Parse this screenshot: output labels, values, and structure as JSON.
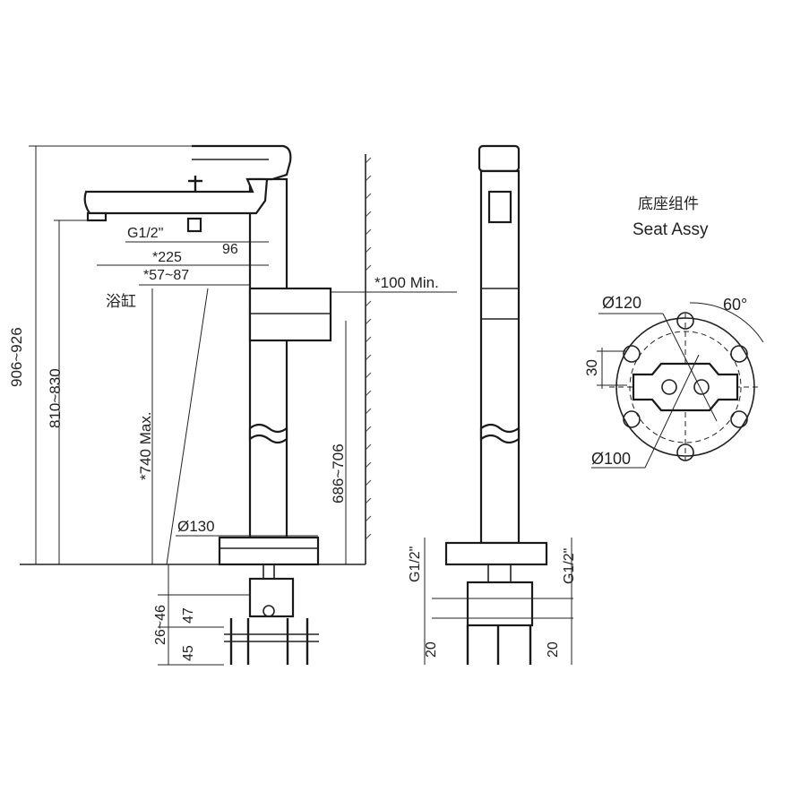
{
  "front_view": {
    "height_total": "906~926",
    "height_spout": "810~830",
    "max_depth": "*740 Max.",
    "height_fixing": "686~706",
    "thread": "G1/2\"",
    "dim_96": "96",
    "reach": "*225",
    "offset": "*57~87",
    "bathtub": "浴缸",
    "wall_clearance": "*100 Min.",
    "base_diameter": "Ø130",
    "base_depth": "26~46",
    "dim_47": "47",
    "dim_45": "45"
  },
  "side_view": {
    "thread_left": "G1/2\"",
    "thread_right": "G1/2\"",
    "dim_20_left": "20",
    "dim_20_right": "20"
  },
  "seat_assy": {
    "title_cn": "底座组件",
    "title_en": "Seat Assy",
    "outer_diameter": "Ø120",
    "inner_diameter": "Ø100",
    "angle": "60°",
    "spacing": "30"
  }
}
